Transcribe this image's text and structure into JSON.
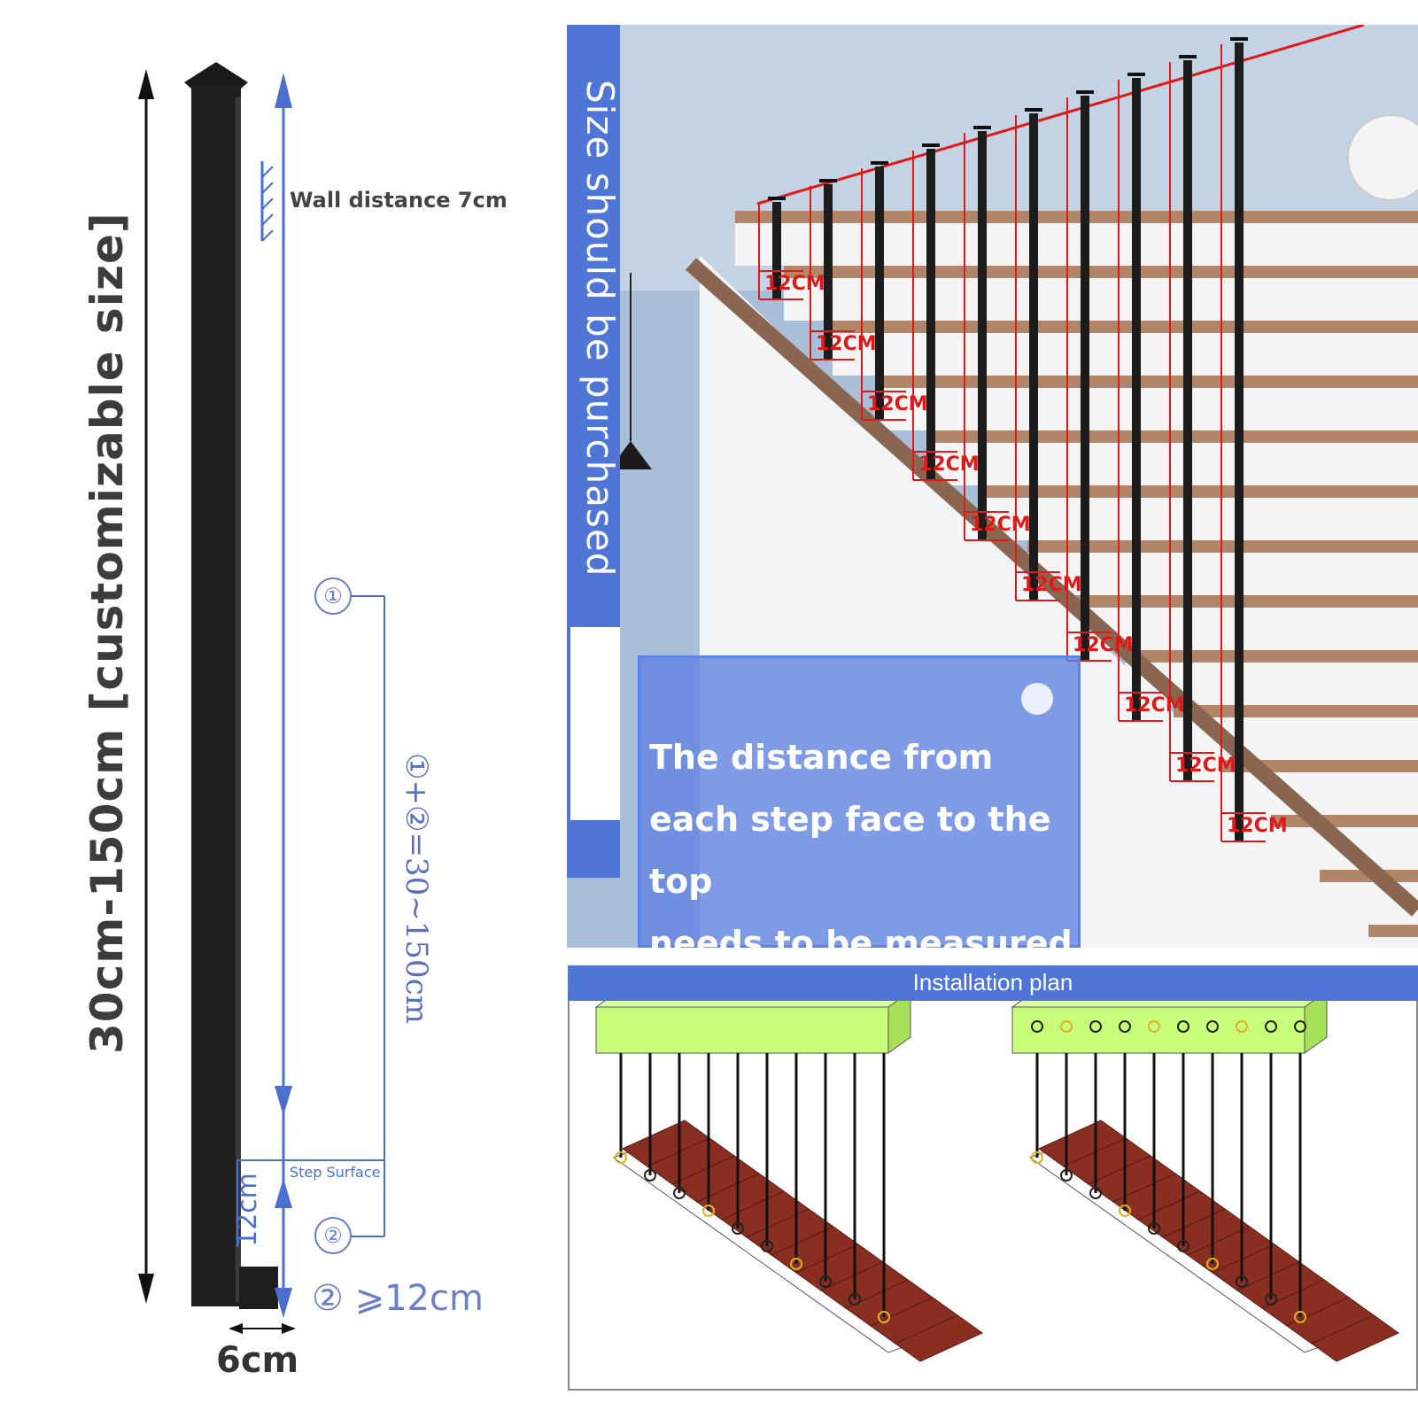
{
  "left": {
    "size_label": "30cm-150cm [customizable size]",
    "wall_distance": "Wall distance 7cm",
    "circle_one": "①",
    "circle_two": "②",
    "formula": "①+②=30~150cm",
    "step_surface": "Step Surface",
    "step_height": "12cm",
    "min_text": "② ⩾12cm",
    "width": "6cm"
  },
  "photo": {
    "banner": "Size should be purchased",
    "overlay_lines": [
      "The distance from",
      "each step face to the top",
      "needs to be measured"
    ],
    "step_labels": [
      "12CM",
      "12CM",
      "12CM",
      "12CM",
      "12CM",
      "12CM",
      "12CM",
      "12CM",
      "12CM",
      "12CM"
    ]
  },
  "plan": {
    "title": "Installation plan"
  },
  "colors": {
    "accent_blue": "#4f75d6",
    "line_blue": "#4a6fcf",
    "red_marker": "#e01818",
    "beam_green": "#c8ff7a",
    "stair_red": "#8a2e22"
  }
}
